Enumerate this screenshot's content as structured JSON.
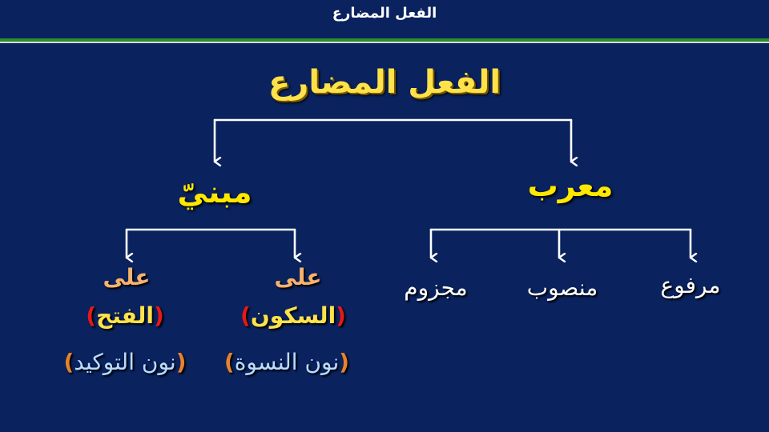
{
  "header": {
    "title": "الفعل المضارع"
  },
  "diagram": {
    "root": "الفعل المضارع",
    "branches": {
      "muarab": {
        "label": "معرب",
        "children": [
          "مرفوع",
          "منصوب",
          "مجزوم"
        ]
      },
      "mabni": {
        "label": "مبنيّ",
        "sukun": {
          "ala": "على",
          "open": "(",
          "word": "السكون",
          "close": ")",
          "open2": "(",
          "word2": "نون النسوة",
          "close2": ")"
        },
        "fath": {
          "ala": "على",
          "open": "(",
          "word": "الفتح",
          "close": ")",
          "open2": "(",
          "word2": "نون التوكيد",
          "close2": ")"
        }
      }
    }
  },
  "colors": {
    "background": "#0a225e",
    "title": "#ffe24a",
    "branch": "#ffe800",
    "paren_red": "#e81818",
    "paren_orange": "#e8822a",
    "label_blue": "#b8dcff",
    "ala": "#f7b26e",
    "header_rule": "#2a8f2a"
  }
}
